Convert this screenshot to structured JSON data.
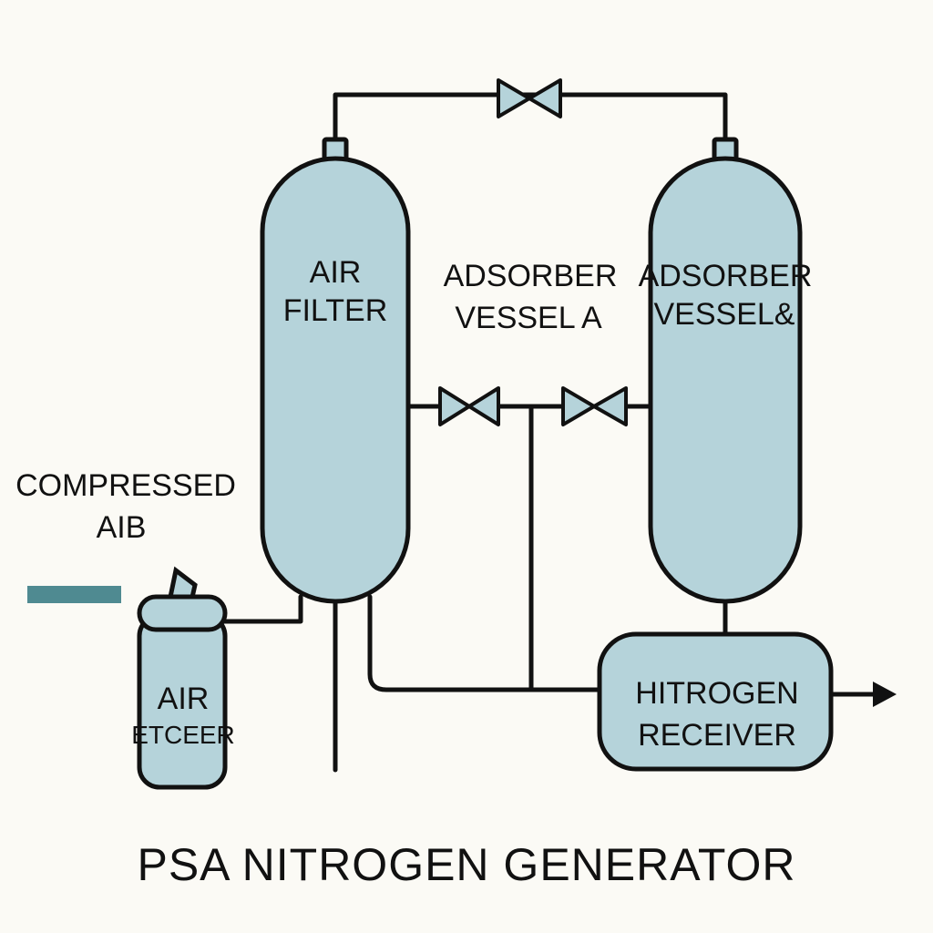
{
  "title": "PSA NITROGEN GENERATOR",
  "labels": {
    "compressed_air_line1": "COMPRESSED",
    "compressed_air_line2": "AIB",
    "tall_vessel_line1": "AIR",
    "tall_vessel_line2": "FILTER",
    "center_line1": "ADSORBER",
    "center_line2": "VESSEL A",
    "right_vessel_line1": "ADSORBER",
    "right_vessel_line2": "VESSEL&",
    "small_vessel_line1": "AIR",
    "small_vessel_line2": "ETCEER",
    "receiver_line1": "HITROGEN",
    "receiver_line2": "RECEIVER"
  },
  "colors": {
    "vessel_fill": "#b5d3da",
    "outline": "#111111",
    "background": "#fbfaf5",
    "inlet_bar": "#4f8a91"
  }
}
